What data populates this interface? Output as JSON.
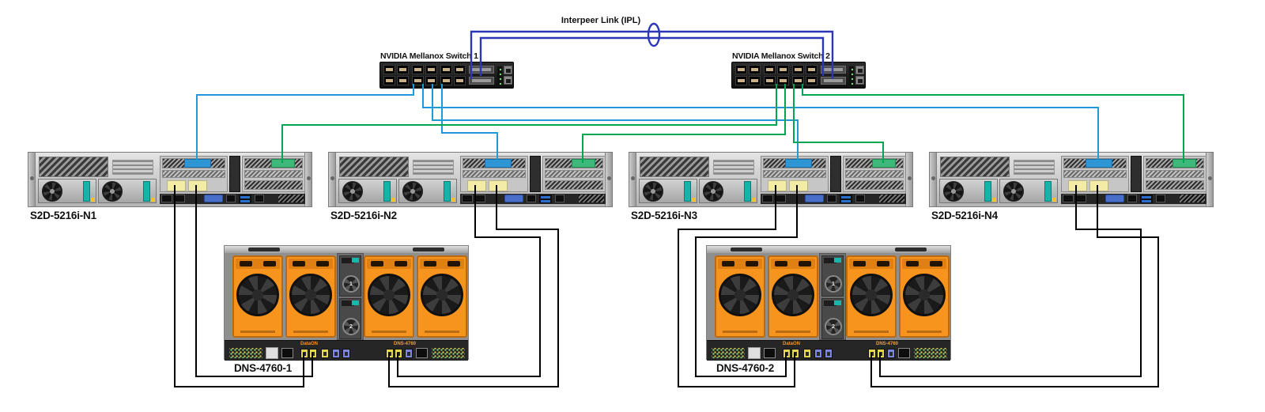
{
  "ipl": {
    "label": "Interpeer Link (IPL)"
  },
  "switches": [
    {
      "label": "NVIDIA Mellanox Switch 1"
    },
    {
      "label": "NVIDIA Mellanox Switch 2"
    }
  ],
  "servers": [
    {
      "label": "S2D-5216i-N1"
    },
    {
      "label": "S2D-5216i-N2"
    },
    {
      "label": "S2D-5216i-N3"
    },
    {
      "label": "S2D-5216i-N4"
    }
  ],
  "storages": [
    {
      "label": "DNS-4760-1",
      "brand": "DataON",
      "model": "DNS-4760",
      "psu": [
        "1",
        "2"
      ]
    },
    {
      "label": "DNS-4760-2",
      "brand": "DataON",
      "model": "DNS-4760",
      "psu": [
        "1",
        "2"
      ]
    }
  ],
  "colors": {
    "link_blue": "#1f9ad6",
    "link_green": "#00a551",
    "ipl_blue": "#2e36b8",
    "sas_black": "#000000",
    "fan_orange": "#f7941e",
    "latch_teal": "#17b3a9",
    "port_yellow": "#f2eca6",
    "port_blue": "#2f96d5",
    "port_green": "#3cb878"
  },
  "links": [
    {
      "from": "NVIDIA Mellanox Switch 1",
      "to": "NVIDIA Mellanox Switch 2",
      "media": "Interpeer Link (IPL)",
      "qty": 2
    },
    {
      "from": "NVIDIA Mellanox Switch 1",
      "to": "S2D-5216i-N1",
      "media": "ethernet-blue",
      "qty": 1
    },
    {
      "from": "NVIDIA Mellanox Switch 1",
      "to": "S2D-5216i-N2",
      "media": "ethernet-blue",
      "qty": 1
    },
    {
      "from": "NVIDIA Mellanox Switch 1",
      "to": "S2D-5216i-N3",
      "media": "ethernet-blue",
      "qty": 1
    },
    {
      "from": "NVIDIA Mellanox Switch 1",
      "to": "S2D-5216i-N4",
      "media": "ethernet-blue",
      "qty": 1
    },
    {
      "from": "NVIDIA Mellanox Switch 2",
      "to": "S2D-5216i-N1",
      "media": "ethernet-green",
      "qty": 1
    },
    {
      "from": "NVIDIA Mellanox Switch 2",
      "to": "S2D-5216i-N2",
      "media": "ethernet-green",
      "qty": 1
    },
    {
      "from": "NVIDIA Mellanox Switch 2",
      "to": "S2D-5216i-N3",
      "media": "ethernet-green",
      "qty": 1
    },
    {
      "from": "NVIDIA Mellanox Switch 2",
      "to": "S2D-5216i-N4",
      "media": "ethernet-green",
      "qty": 1
    },
    {
      "from": "S2D-5216i-N1",
      "to": "DNS-4760-1 left controller",
      "media": "SAS",
      "qty": 2
    },
    {
      "from": "S2D-5216i-N2",
      "to": "DNS-4760-1 right controller",
      "media": "SAS",
      "qty": 2
    },
    {
      "from": "S2D-5216i-N3",
      "to": "DNS-4760-2 left controller",
      "media": "SAS",
      "qty": 2
    },
    {
      "from": "S2D-5216i-N4",
      "to": "DNS-4760-2 right controller",
      "media": "SAS",
      "qty": 2
    }
  ]
}
